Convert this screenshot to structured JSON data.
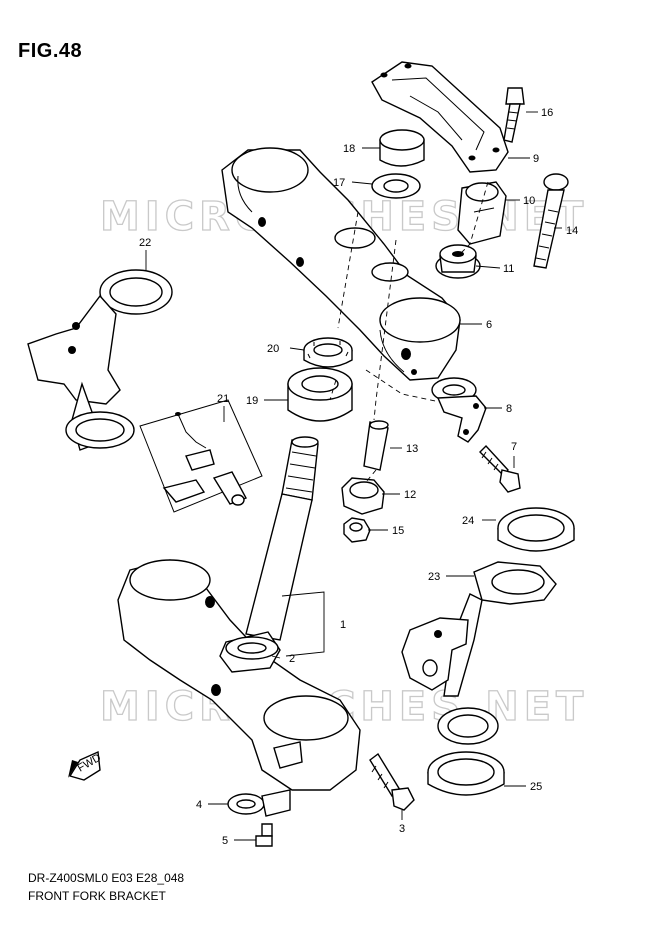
{
  "figure_title": "FIG.48",
  "footer": {
    "code": "DR-Z400SML0 E03 E28_048",
    "name": "FRONT FORK BRACKET"
  },
  "watermark": {
    "text": "MICROFICHES.NET"
  },
  "fwd_label": "FWD",
  "callouts": {
    "c1": "1",
    "c2": "2",
    "c3": "3",
    "c4": "4",
    "c5": "5",
    "c6": "6",
    "c7": "7",
    "c8": "8",
    "c9": "9",
    "c10": "10",
    "c11": "11",
    "c12": "12",
    "c13": "13",
    "c14": "14",
    "c15": "15",
    "c16": "16",
    "c17": "17",
    "c18": "18",
    "c19": "19",
    "c20": "20",
    "c21": "21",
    "c22": "22",
    "c23": "23",
    "c24": "24",
    "c25": "25"
  }
}
